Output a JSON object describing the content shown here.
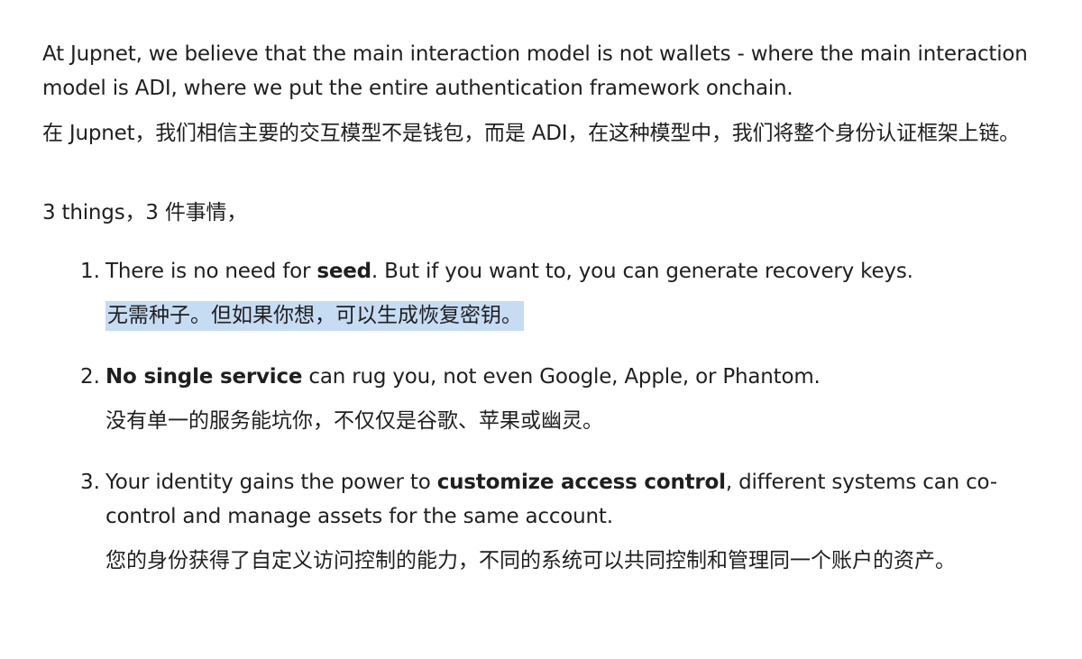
{
  "intro": {
    "en": "At Jupnet, we believe that the main interaction model is not wallets - where the main interaction model is ADI, where we put the entire authentication framework onchain.",
    "zh": "在 Jupnet，我们相信主要的交互模型不是钱包，而是 ADI，在这种模型中，我们将整个身份认证框架上链。"
  },
  "things_heading": "3 things，3 件事情，",
  "items": [
    {
      "number": "1.",
      "en_before": "There is no need for ",
      "en_bold": "seed",
      "en_after": ". But if you want to, you can generate recovery keys.",
      "zh": "无需种子。但如果你想，可以生成恢复密钥。",
      "zh_highlighted": true
    },
    {
      "number": "2.",
      "en_before": "",
      "en_bold": "No single service",
      "en_after": " can rug you, not even Google, Apple, or Phantom.",
      "zh": "没有单一的服务能坑你，不仅仅是谷歌、苹果或幽灵。",
      "zh_highlighted": false
    },
    {
      "number": "3.",
      "en_before": "Your identity gains the power to ",
      "en_bold": "customize access control",
      "en_after": ", different systems can co-control and manage assets for the same account.",
      "zh": "您的身份获得了自定义访问控制的能力，不同的系统可以共同控制和管理同一个账户的资产。",
      "zh_highlighted": false
    }
  ],
  "colors": {
    "text": "#1f1f1f",
    "selection_highlight": "#c6dcf3",
    "background": "#ffffff"
  }
}
